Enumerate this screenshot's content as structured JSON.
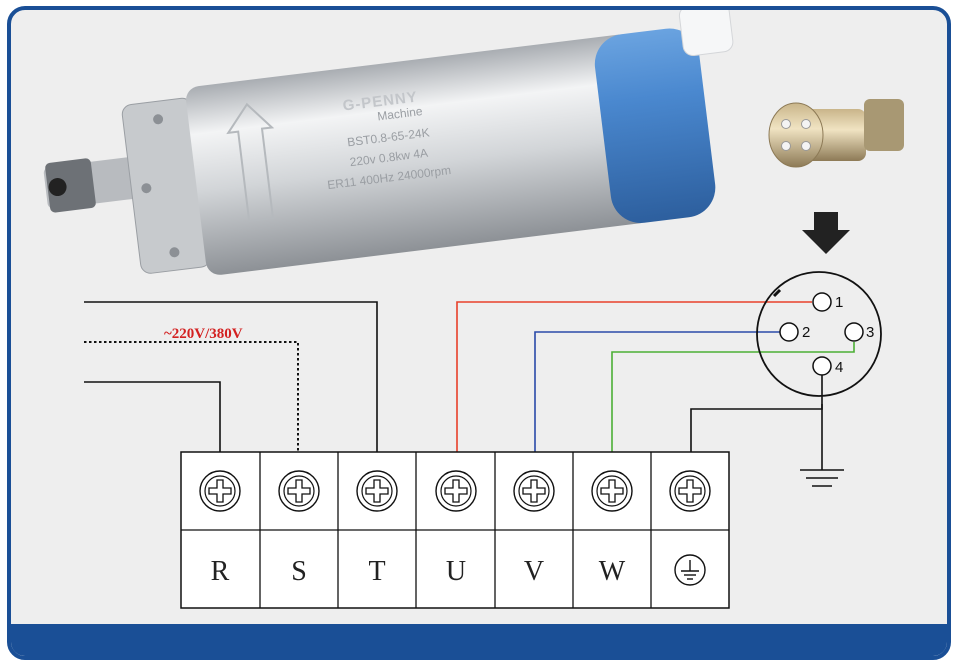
{
  "spindle": {
    "brand": "G-PENNY",
    "subtitle": "Machine",
    "model": "BST0.8-65-24K",
    "power": "220v 0.8kw 4A",
    "spec": "ER11 400Hz 24000rpm"
  },
  "supply": {
    "voltage_label": "~220V/380V"
  },
  "terminals": [
    {
      "label": "R"
    },
    {
      "label": "S"
    },
    {
      "label": "T"
    },
    {
      "label": "U"
    },
    {
      "label": "V"
    },
    {
      "label": "W"
    },
    {
      "label": "",
      "symbol": "ground-icon"
    }
  ],
  "connector": {
    "pins": [
      {
        "label": "1",
        "wire_color": "#e8402a"
      },
      {
        "label": "2",
        "wire_color": "#2a4aa8"
      },
      {
        "label": "3",
        "wire_color": "#4caf35"
      },
      {
        "label": "4",
        "wire_color": "#111111"
      }
    ]
  },
  "colors": {
    "frame": "#1a4f96",
    "background": "#eeeeee",
    "spindle_cap": "#4a88cf",
    "voltage_text": "#d32020"
  }
}
